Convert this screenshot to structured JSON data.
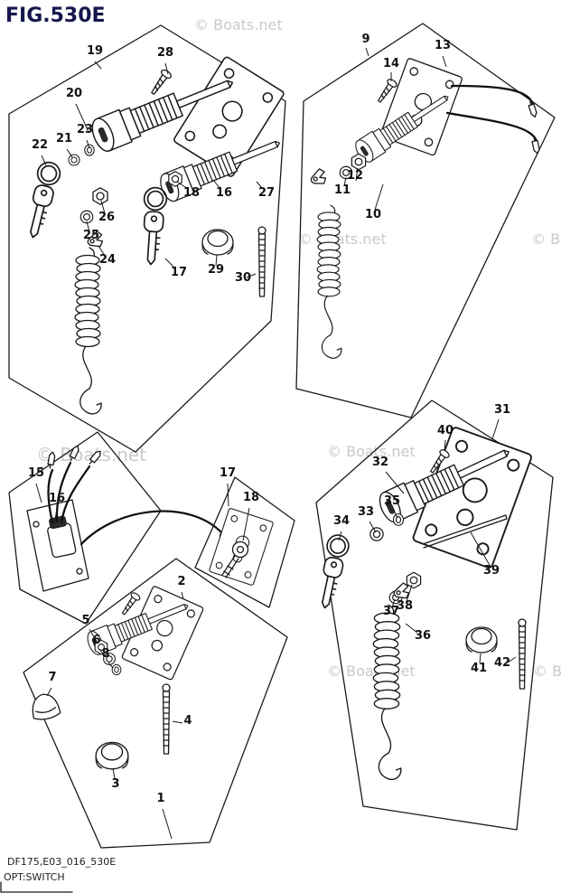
{
  "figure": {
    "title": "FIG.530E",
    "code": "DF175,E03_016_530E",
    "caption": "OPT:SWITCH"
  },
  "watermark": {
    "text": "© Boats.net"
  },
  "colors": {
    "background": "#ffffff",
    "line": "#1a1a1a",
    "title": "#16164e",
    "watermark": "#c9c9c9"
  },
  "callouts": {
    "g1": [
      "19",
      "28",
      "20",
      "23",
      "21",
      "22",
      "18",
      "16",
      "27",
      "26",
      "25",
      "24",
      "17",
      "29",
      "30"
    ],
    "g2": [
      "9",
      "14",
      "13",
      "11",
      "12",
      "10"
    ],
    "g3": [
      "15",
      "16",
      "17",
      "18"
    ],
    "g4": [
      "2",
      "5",
      "6",
      "8",
      "7",
      "3",
      "4",
      "1"
    ],
    "g5": [
      "31",
      "40",
      "32",
      "35",
      "33",
      "34",
      "37",
      "38",
      "36",
      "39",
      "41",
      "42"
    ]
  }
}
